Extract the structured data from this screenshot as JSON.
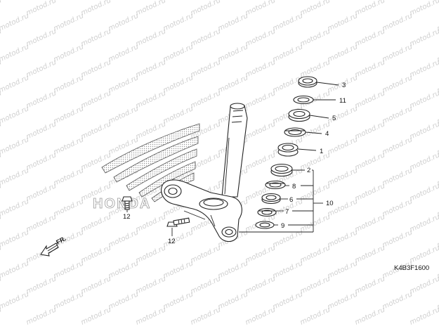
{
  "diagram": {
    "watermark_text": "motod.ru",
    "brand_logo_text": "HONDA",
    "direction_label": "FR.",
    "diagram_code": "K4B3F1600",
    "callouts": [
      {
        "id": "c3",
        "label": "3"
      },
      {
        "id": "c11",
        "label": "11"
      },
      {
        "id": "c5",
        "label": "5"
      },
      {
        "id": "c4",
        "label": "4"
      },
      {
        "id": "c1",
        "label": "1"
      },
      {
        "id": "c2",
        "label": "2"
      },
      {
        "id": "c8",
        "label": "8"
      },
      {
        "id": "c6",
        "label": "6"
      },
      {
        "id": "c7",
        "label": "7"
      },
      {
        "id": "c9",
        "label": "9"
      },
      {
        "id": "c10",
        "label": "10"
      },
      {
        "id": "c12a",
        "label": "12"
      },
      {
        "id": "c12b",
        "label": "12"
      }
    ],
    "colors": {
      "line": "#222222",
      "watermark": "#cfcfcf",
      "background": "#ffffff"
    }
  }
}
